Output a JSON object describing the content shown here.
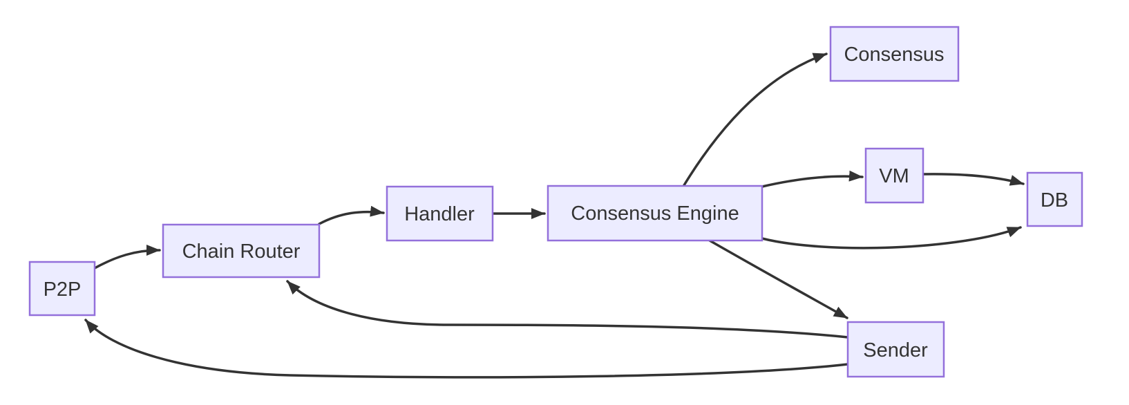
{
  "diagram": {
    "type": "flowchart",
    "direction": "left-to-right",
    "background_color": "#ffffff",
    "node_fill_color": "#ECECFF",
    "node_border_color": "#9370DB",
    "edge_color": "#333333",
    "text_color": "#333333",
    "nodes": [
      {
        "id": "p2p",
        "label": "P2P"
      },
      {
        "id": "chain-router",
        "label": "Chain Router"
      },
      {
        "id": "handler",
        "label": "Handler"
      },
      {
        "id": "consensus-engine",
        "label": "Consensus Engine"
      },
      {
        "id": "consensus",
        "label": "Consensus"
      },
      {
        "id": "vm",
        "label": "VM"
      },
      {
        "id": "db",
        "label": "DB"
      },
      {
        "id": "sender",
        "label": "Sender"
      }
    ],
    "edges": [
      {
        "from": "P2P",
        "to": "Chain Router"
      },
      {
        "from": "Chain Router",
        "to": "Handler"
      },
      {
        "from": "Handler",
        "to": "Consensus Engine"
      },
      {
        "from": "Consensus Engine",
        "to": "Consensus"
      },
      {
        "from": "Consensus Engine",
        "to": "VM"
      },
      {
        "from": "VM",
        "to": "DB"
      },
      {
        "from": "Consensus Engine",
        "to": "DB"
      },
      {
        "from": "Consensus Engine",
        "to": "Sender"
      },
      {
        "from": "Sender",
        "to": "Chain Router"
      },
      {
        "from": "Sender",
        "to": "P2P"
      }
    ]
  }
}
